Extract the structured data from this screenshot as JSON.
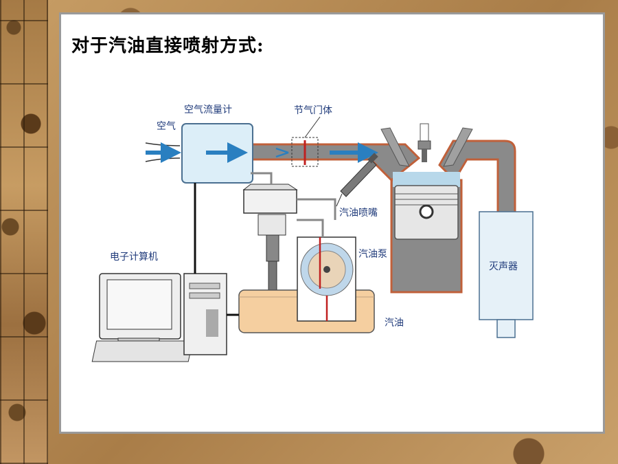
{
  "slide": {
    "title": "对于汽油直接喷射方式:"
  },
  "diagram": {
    "labels": {
      "air": "空气",
      "air_flow_meter": "空气流量计",
      "throttle_body": "节气门体",
      "injector": "汽油喷嘴",
      "ecu": "电子计算机",
      "fuel_pump": "汽油泵",
      "muffler": "灭声器",
      "fuel": "汽油"
    },
    "colors": {
      "pipe": "#8a8a8a",
      "pipe_border": "#c0603a",
      "glass": "#dceef8",
      "fuel": "#f5cfa0",
      "arrow": "#2a7fc0",
      "label": "#1f3a7a"
    }
  }
}
